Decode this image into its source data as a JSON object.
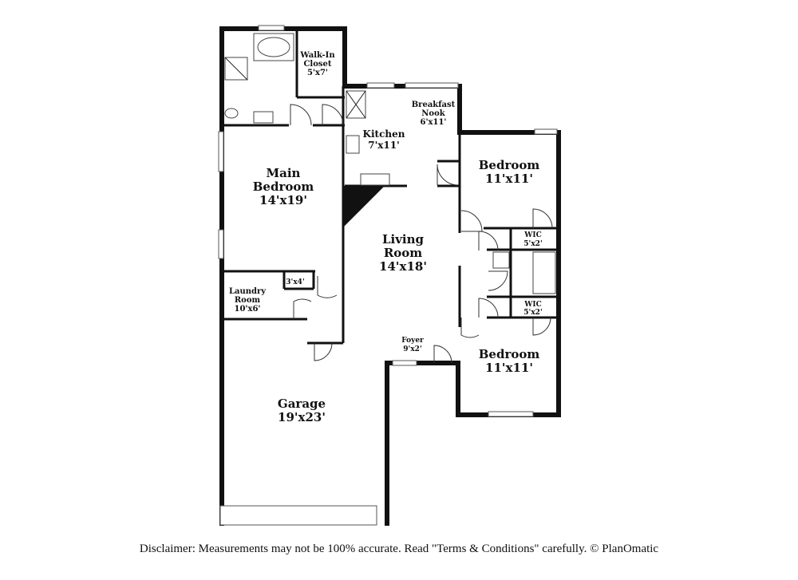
{
  "rooms": {
    "walk_in_closet": {
      "name_line1": "Walk-In",
      "name_line2": "Closet",
      "dim": "5'x7'"
    },
    "breakfast_nook": {
      "name_line1": "Breakfast",
      "name_line2": "Nook",
      "dim": "6'x11'"
    },
    "kitchen": {
      "name": "Kitchen",
      "dim": "7'x11'"
    },
    "main_bedroom": {
      "name_line1": "Main",
      "name_line2": "Bedroom",
      "dim": "14'x19'"
    },
    "bedroom_1": {
      "name": "Bedroom",
      "dim": "11'x11'"
    },
    "wic_1": {
      "name": "WIC",
      "dim": "5'x2'"
    },
    "living_room": {
      "name_line1": "Living",
      "name_line2": "Room",
      "dim": "14'x18'"
    },
    "closet_small": {
      "dim": "3'x4'"
    },
    "laundry_room": {
      "name_line1": "Laundry",
      "name_line2": "Room",
      "dim": "10'x6'"
    },
    "wic_2": {
      "name": "WIC",
      "dim": "5'x2'"
    },
    "foyer": {
      "name": "Foyer",
      "dim": "9'x2'"
    },
    "bedroom_2": {
      "name": "Bedroom",
      "dim": "11'x11'"
    },
    "garage": {
      "name": "Garage",
      "dim": "19'x23'"
    }
  },
  "disclaimer": "Disclaimer: Measurements may not be 100% accurate. Read \"Terms & Conditions\" carefully. © PlanOmatic"
}
